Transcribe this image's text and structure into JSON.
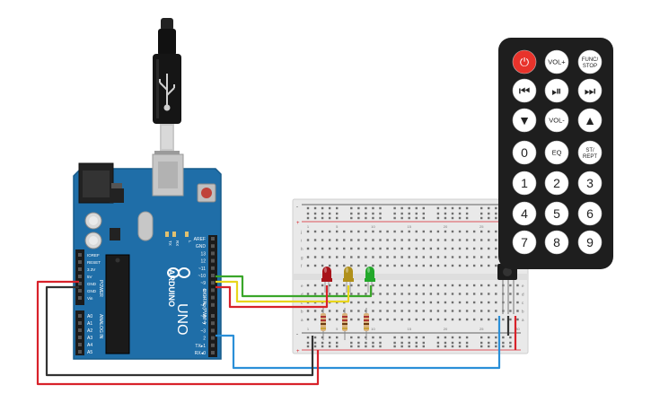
{
  "arduino": {
    "brand": "ARDUINO",
    "model": "UNO",
    "digital_label": "DIGITAL (PWM~)",
    "analog_label": "ANALOG IN",
    "power_label": "POWER",
    "digital_pins": [
      "AREF",
      "GND",
      "13",
      "12",
      "~11",
      "~10",
      "~9",
      "8",
      "7",
      "~6",
      "~5",
      "4",
      "~3",
      "2",
      "TX▸1",
      "RX◂0"
    ],
    "power_pins": [
      "IOREF",
      "RESET",
      "3.3V",
      "5V",
      "GND",
      "GND",
      "Vin"
    ],
    "analog_pins": [
      "A0",
      "A1",
      "A2",
      "A3",
      "A4",
      "A5"
    ],
    "tx_label": "TX",
    "rx_label": "RX",
    "l_label": "L"
  },
  "breadboard": {
    "col_numbers": [
      "1",
      "5",
      "10",
      "15",
      "20",
      "25",
      "30"
    ],
    "row_letters_top": [
      "j",
      "i",
      "h",
      "g",
      "f"
    ],
    "row_letters_bottom": [
      "e",
      "d",
      "c",
      "b",
      "a"
    ]
  },
  "remote": {
    "buttons": [
      {
        "id": "power",
        "label": "⏻"
      },
      {
        "id": "vol-plus",
        "label": "VOL+"
      },
      {
        "id": "func-stop",
        "label": "FUNC/\nSTOP"
      },
      {
        "id": "prev",
        "label": "⏮"
      },
      {
        "id": "play-pause",
        "label": "⏯"
      },
      {
        "id": "next",
        "label": "⏭"
      },
      {
        "id": "down",
        "label": "▼"
      },
      {
        "id": "vol-minus",
        "label": "VOL-"
      },
      {
        "id": "up",
        "label": "▲"
      },
      {
        "id": "num-0",
        "label": "0"
      },
      {
        "id": "eq",
        "label": "EQ"
      },
      {
        "id": "st-rept",
        "label": "ST/\nREPT"
      },
      {
        "id": "num-1",
        "label": "1"
      },
      {
        "id": "num-2",
        "label": "2"
      },
      {
        "id": "num-3",
        "label": "3"
      },
      {
        "id": "num-4",
        "label": "4"
      },
      {
        "id": "num-5",
        "label": "5"
      },
      {
        "id": "num-6",
        "label": "6"
      },
      {
        "id": "num-7",
        "label": "7"
      },
      {
        "id": "num-8",
        "label": "8"
      },
      {
        "id": "num-9",
        "label": "9"
      }
    ]
  },
  "components": {
    "leds": [
      {
        "name": "red-led",
        "color": "#a8141b"
      },
      {
        "name": "yellow-led",
        "color": "#b0901a"
      },
      {
        "name": "green-led",
        "color": "#22a82a"
      }
    ]
  },
  "colors": {
    "board_blue": "#1f6ea8",
    "wire_green": "#3aa62a",
    "wire_yellow": "#e8d51c",
    "wire_red": "#d8222a",
    "wire_black": "#333333",
    "wire_blue": "#2a8fd8",
    "remote_body": "#1e1e1e",
    "power_button": "#e8332b"
  }
}
